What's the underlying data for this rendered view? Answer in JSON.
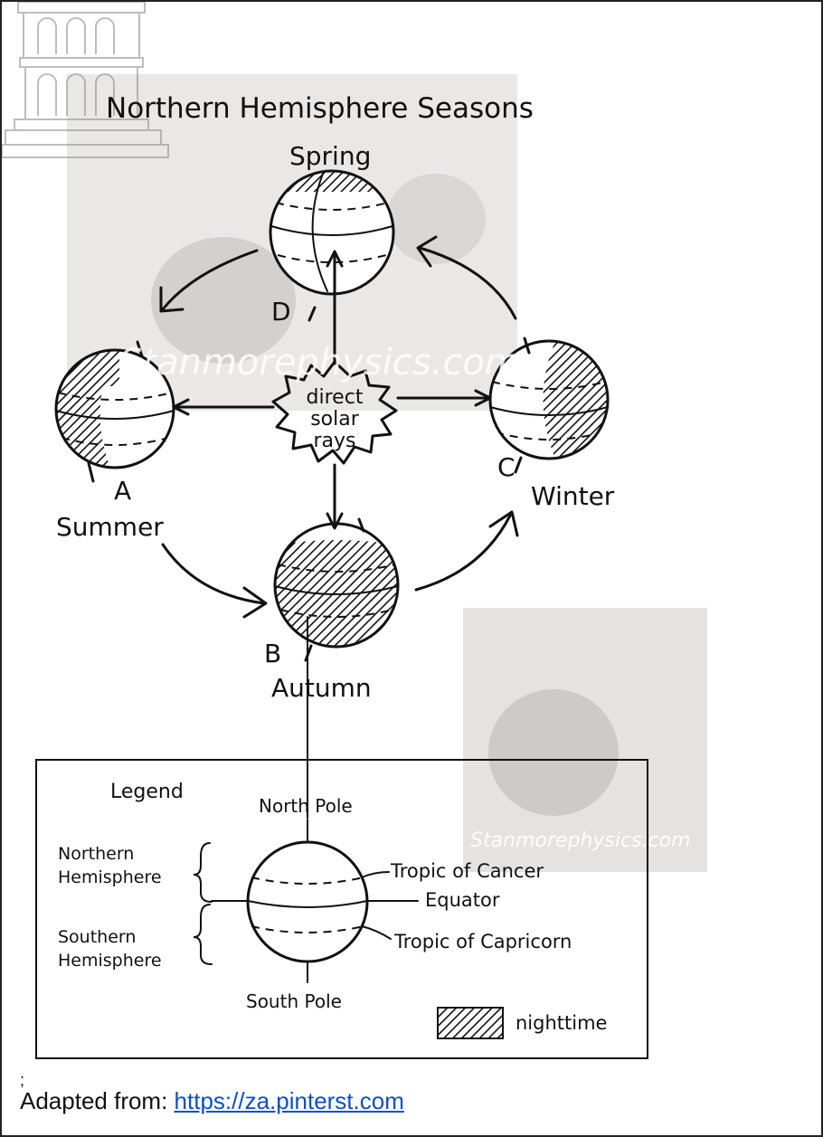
{
  "diagram": {
    "title": "Northern Hemisphere Seasons",
    "center_label": [
      "direct",
      "solar",
      "rays"
    ],
    "watermark": "Stanmorephysics.com",
    "positions": [
      {
        "letter": "D",
        "season": "Spring"
      },
      {
        "letter": "A",
        "season": "Summer"
      },
      {
        "letter": "B",
        "season": "Autumn"
      },
      {
        "letter": "C",
        "season": "Winter"
      }
    ]
  },
  "legend": {
    "title": "Legend",
    "north_pole": "North Pole",
    "south_pole": "South Pole",
    "northern_hemisphere": [
      "Northern",
      "Hemisphere"
    ],
    "southern_hemisphere": [
      "Southern",
      "Hemisphere"
    ],
    "tropic_of_cancer": "Tropic of Cancer",
    "equator": "Equator",
    "tropic_of_capricorn": "Tropic of Capricorn",
    "nighttime": "nighttime"
  },
  "footer": {
    "semicolon": ";",
    "prefix": "Adapted from: ",
    "link_text": "https://za.pinterst.com"
  }
}
